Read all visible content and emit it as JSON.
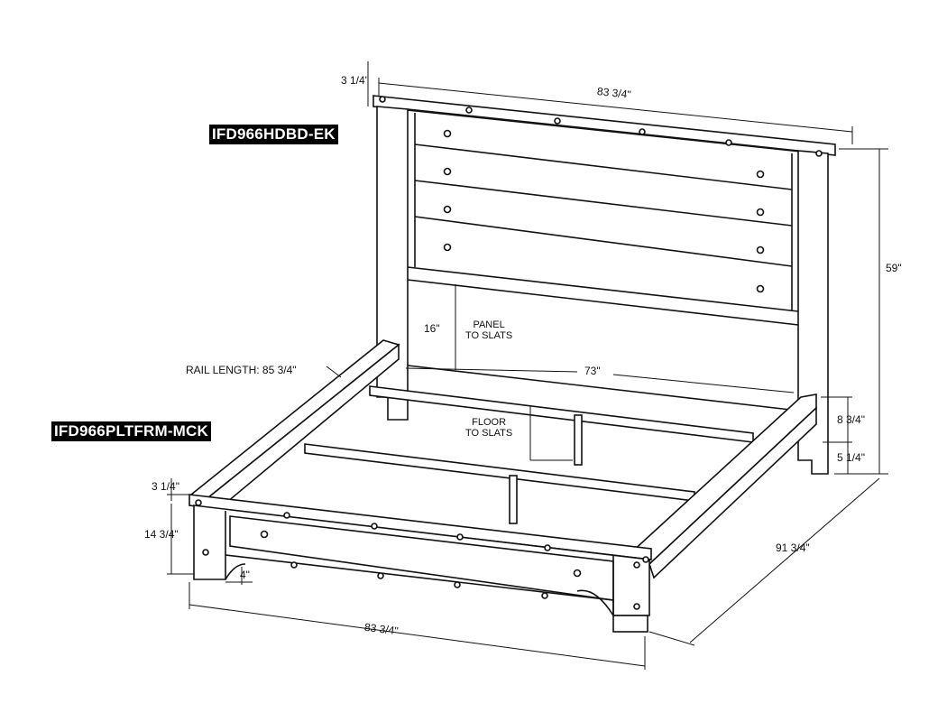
{
  "tags": {
    "headboard": "IFD966HDBD-EK",
    "platform": "IFD966PLTFRM-MCK"
  },
  "dimensions": {
    "cap_height_top": "3 1/4\"",
    "headboard_width": "83 3/4\"",
    "headboard_height": "59\"",
    "panel_to_slats": "16\"",
    "panel_to_slats_label_1": "PANEL",
    "panel_to_slats_label_2": "TO SLATS",
    "rail_length": "RAIL LENGTH: 85 3/4\"",
    "slat_width": "73\"",
    "floor_to_slats_label_1": "FLOOR",
    "floor_to_slats_label_2": "TO SLATS",
    "side_rail_height": "8 3/4\"",
    "rail_clearance": "5 1/4\"",
    "cap_height_foot": "3 1/4\"",
    "footboard_height": "14 3/4\"",
    "leg_width": "4\"",
    "footboard_width": "83 3/4\"",
    "overall_length": "91 3/4\""
  },
  "colors": {
    "line": "#111111",
    "tag_bg": "#000000"
  }
}
